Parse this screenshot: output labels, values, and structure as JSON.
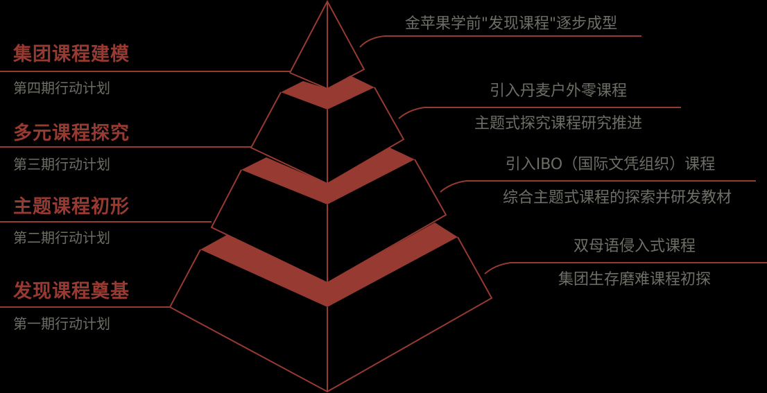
{
  "colors": {
    "accent": "#963a32",
    "text_gray": "#6e6e66",
    "background": "#000000"
  },
  "left_labels": [
    {
      "title": "集团课程建模",
      "subtitle": "第四期行动计划"
    },
    {
      "title": "多元课程探究",
      "subtitle": "第三期行动计划"
    },
    {
      "title": "主题课程初形",
      "subtitle": "第二期行动计划"
    },
    {
      "title": "发现课程奠基",
      "subtitle": "第一期行动计划"
    }
  ],
  "right_labels": [
    {
      "line1": "金苹果学前\"发现课程\"逐步成型",
      "line2": ""
    },
    {
      "line1": "引入丹麦户外零课程",
      "line2": "主题式探究课程研究推进"
    },
    {
      "line1": "引入IBO（国际文凭组织）课程",
      "line2": "综合主题式课程的探索并研发教材"
    },
    {
      "line1": "双母语侵入式课程",
      "line2": "集团生存磨难课程初探"
    }
  ]
}
